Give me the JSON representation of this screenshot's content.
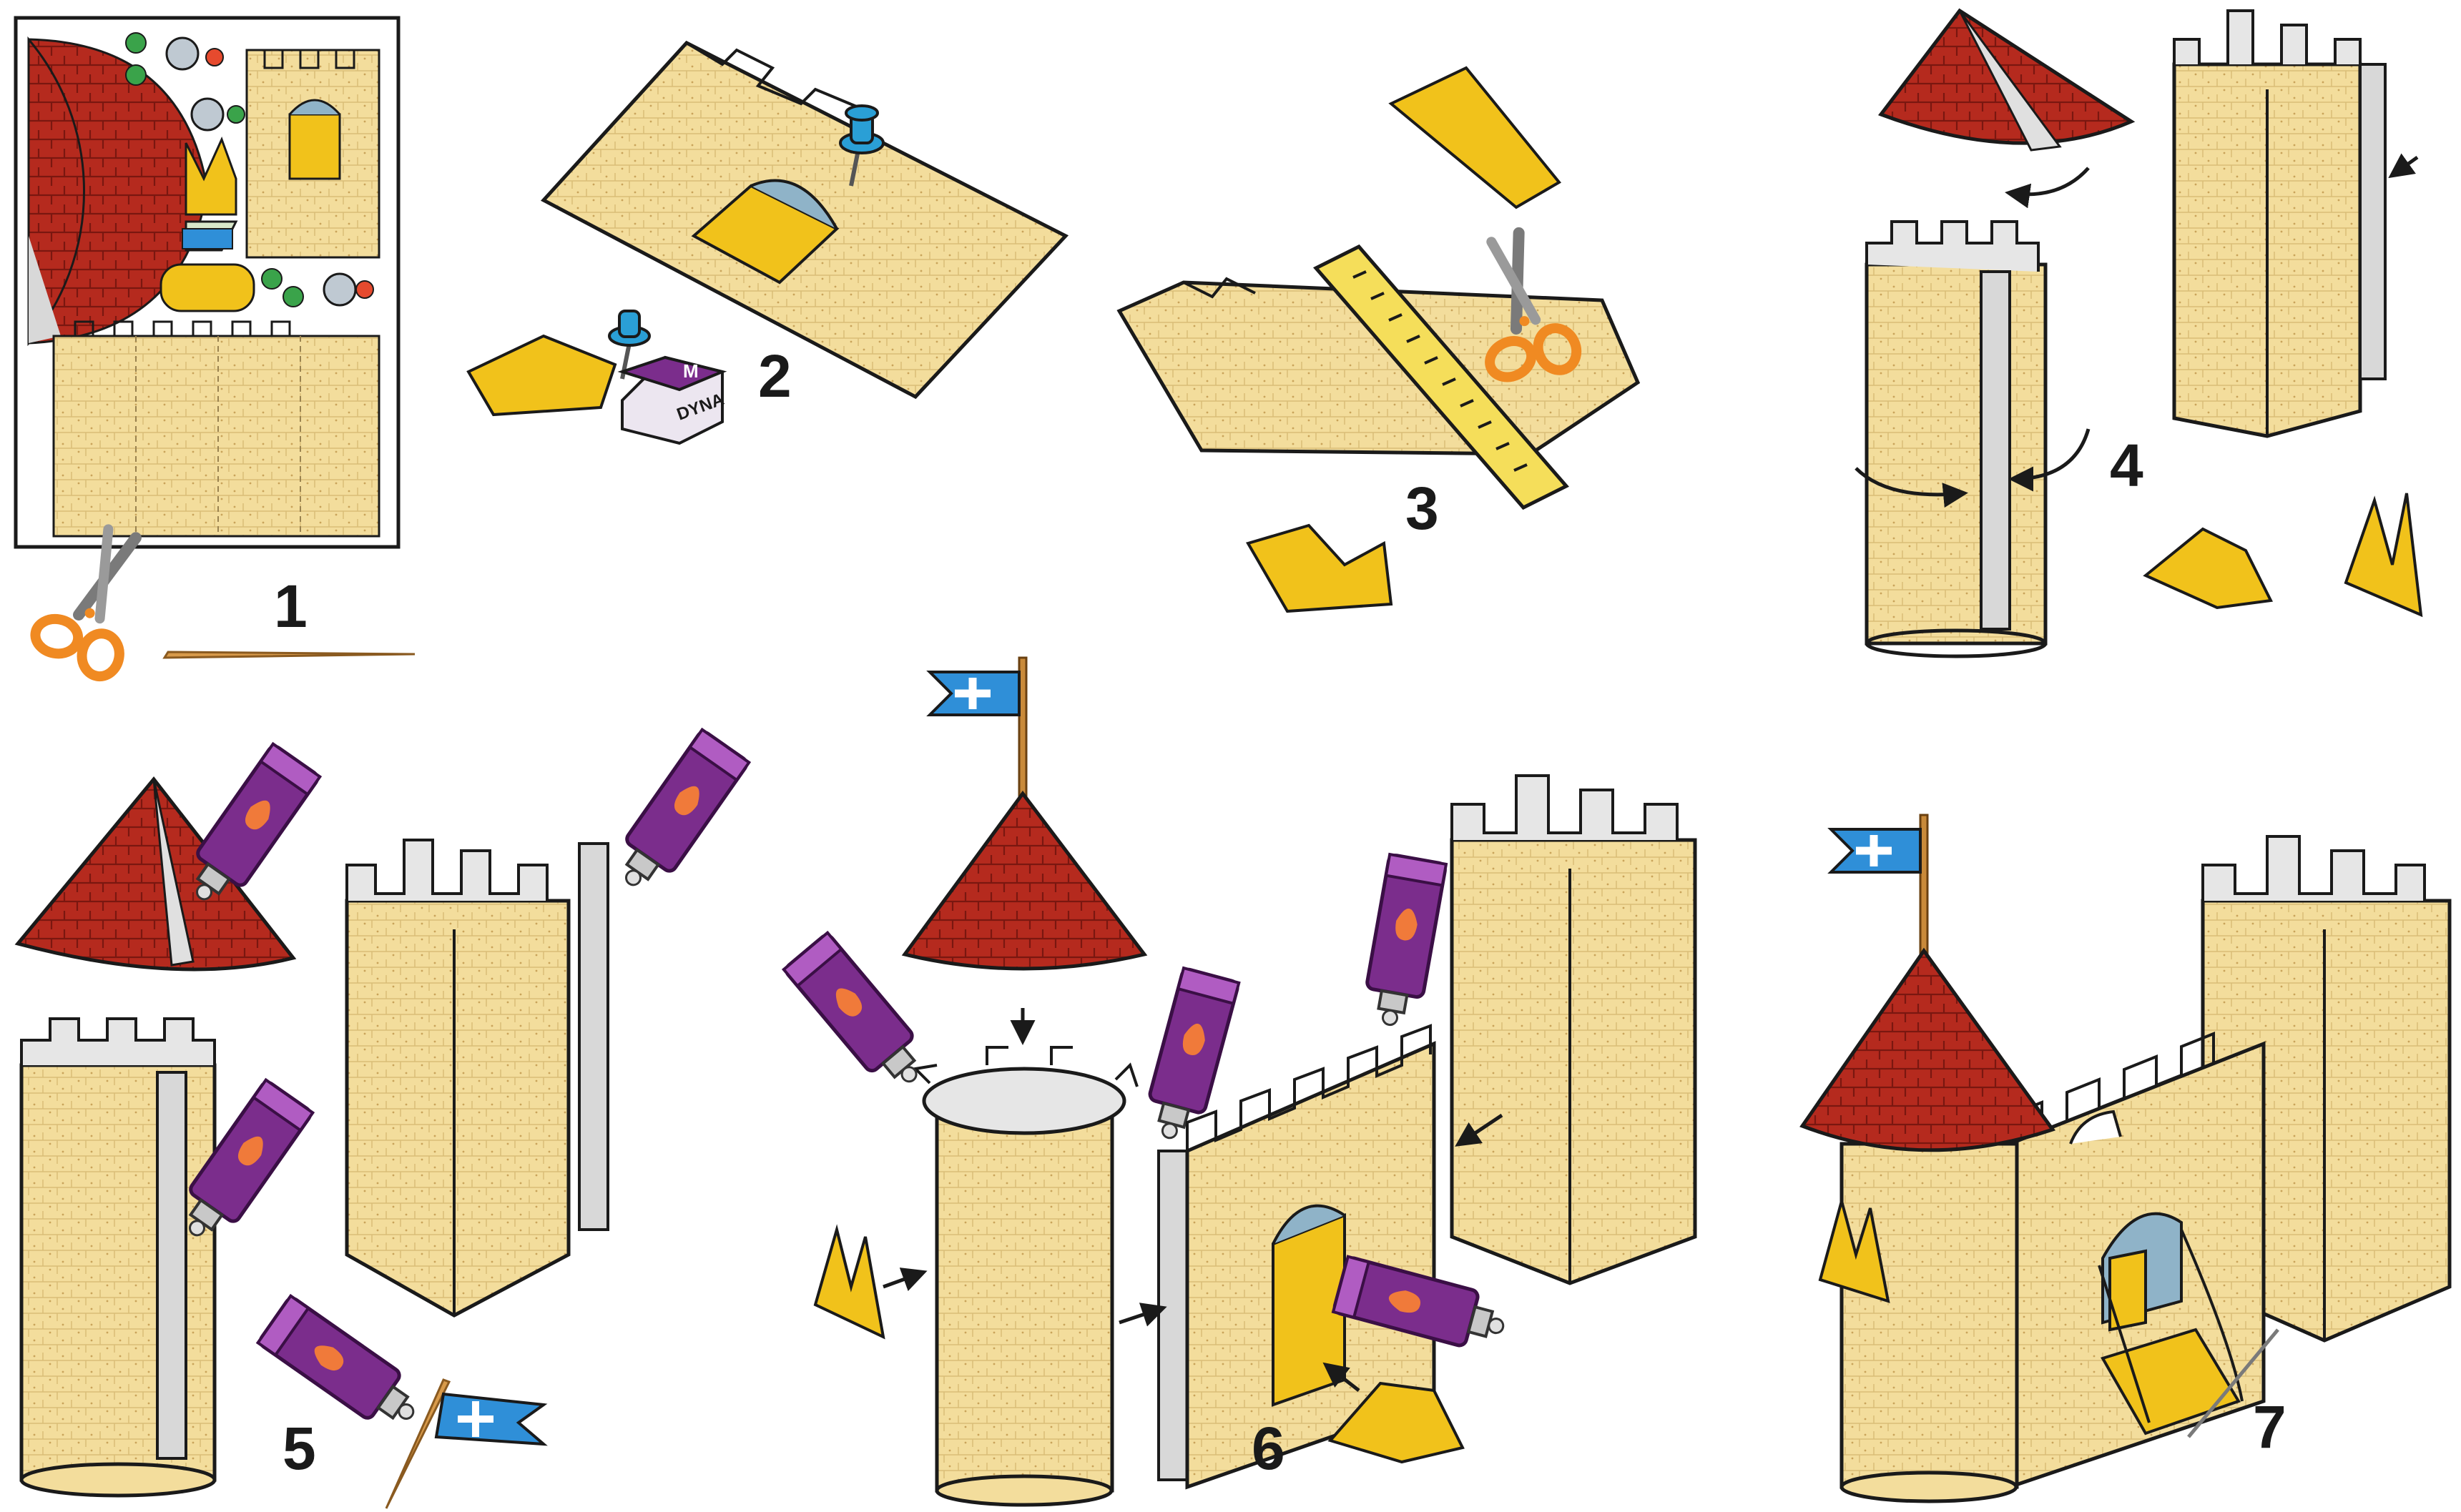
{
  "steps": [
    {
      "number": "1"
    },
    {
      "number": "2"
    },
    {
      "number": "3"
    },
    {
      "number": "4"
    },
    {
      "number": "5"
    },
    {
      "number": "6"
    },
    {
      "number": "7"
    }
  ],
  "labels": {
    "glue_box_mark": "M",
    "glue_box_word": "DYNA"
  },
  "colors": {
    "wall": "#f3dd9c",
    "wall_dark": "#e2c77a",
    "roof": "#b52a1e",
    "roof_line": "#7a1710",
    "door": "#f1c21b",
    "glue_tube": "#7b2d8c",
    "glue_drop": "#f07a3a",
    "flag": "#2f8fd8",
    "scissors": "#f08a22",
    "pin": "#2a9fd6",
    "outline": "#1a1a1a",
    "tab_grey": "#d8d8d8"
  },
  "icons": [
    "scissors-icon",
    "pushpin-icon",
    "ruler-icon",
    "glue-tube-icon",
    "flag-icon",
    "toothpick-icon",
    "arrow-icon",
    "thread-needle-icon"
  ]
}
